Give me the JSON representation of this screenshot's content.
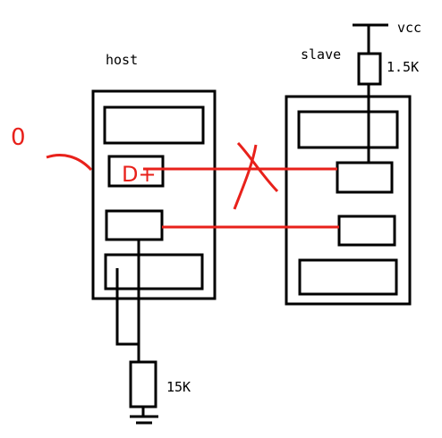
{
  "labels": {
    "host": "host",
    "slave": "slave",
    "vcc": "vcc",
    "pullup_resistor": "1.5K",
    "pulldown_resistor": "15K",
    "handwritten_zero": "0",
    "handwritten_d_plus": "D+"
  },
  "colors": {
    "wire": "#000000",
    "annotation": "#e8211b",
    "background": "#ffffff"
  }
}
